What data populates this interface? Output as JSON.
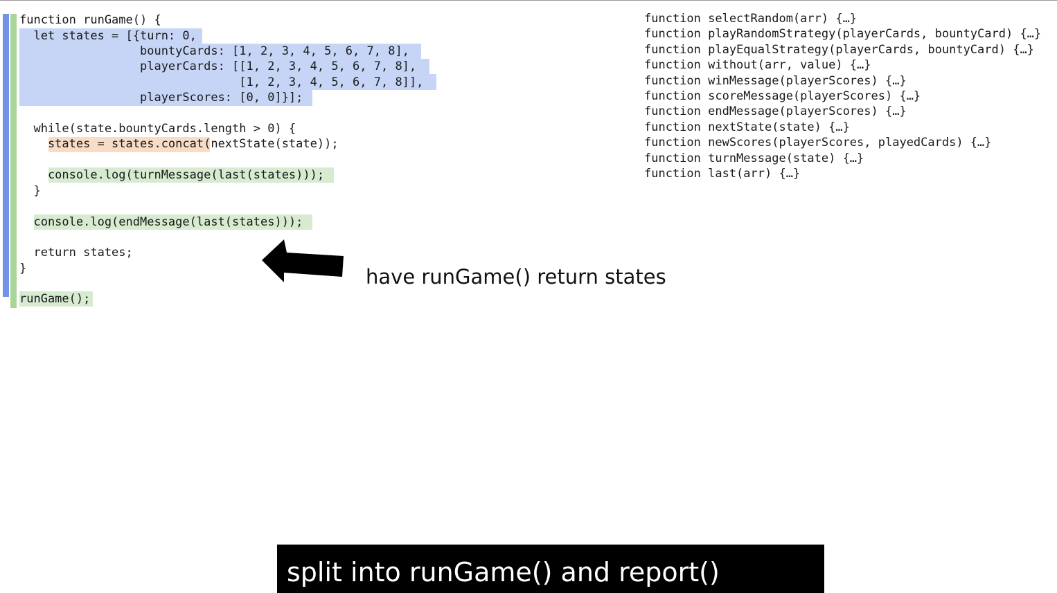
{
  "code": {
    "lines": [
      "function runGame() {",
      "  let states = [{turn: 0,",
      "                 bountyCards: [1, 2, 3, 4, 5, 6, 7, 8],",
      "                 playerCards: [[1, 2, 3, 4, 5, 6, 7, 8],",
      "                               [1, 2, 3, 4, 5, 6, 7, 8]],",
      "                 playerScores: [0, 0]}];",
      "",
      "  while(state.bountyCards.length > 0) {",
      "    states = states.concat(nextState(state));",
      "",
      "    console.log(turnMessage(last(states)));",
      "  }",
      "",
      "  console.log(endMessage(last(states)));",
      "",
      "  return states;",
      "}",
      "",
      "runGame();"
    ]
  },
  "functions": [
    "function selectRandom(arr) {…}",
    "function playRandomStrategy(playerCards, bountyCard) {…}",
    "function playEqualStrategy(playerCards, bountyCard) {…}",
    "function without(arr, value) {…}",
    "function winMessage(playerScores) {…}",
    "function scoreMessage(playerScores) {…}",
    "function endMessage(playerScores) {…}",
    "function nextState(state) {…}",
    "function newScores(playerScores, playedCards) {…}",
    "function turnMessage(state) {…}",
    "function last(arr) {…}"
  ],
  "annotation": {
    "text": "have runGame() return states"
  },
  "caption": {
    "text": "split into runGame() and report()"
  },
  "colors": {
    "blue_bar": "#7393e6",
    "green_bar": "#a9d49a",
    "blue_highlight": "#c6d5f6",
    "green_highlight": "#d6ebd0",
    "orange_highlight": "#f8dcc5",
    "caption_background": "#000000"
  }
}
